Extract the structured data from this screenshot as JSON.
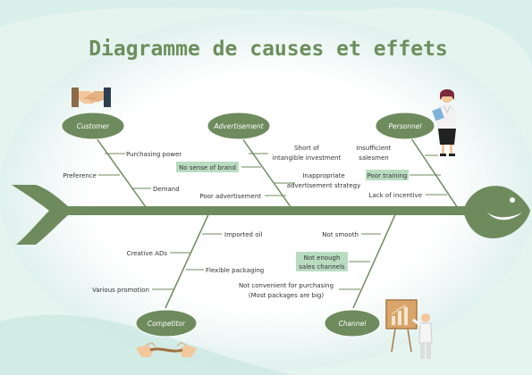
{
  "title": "Diagramme de causes et effets",
  "colors": {
    "spine": "#6e8b5e",
    "node_fill": "#6e8b5e",
    "highlight": "#b9dcc1",
    "title": "#6b8f5b",
    "background_tint": "#cfe9e4"
  },
  "categories": {
    "customer": {
      "label": "Customer",
      "icon": "handshake-icon"
    },
    "advertisement": {
      "label": "Advertisement"
    },
    "personnel": {
      "label": "Personnel",
      "icon": "businesswoman-icon"
    },
    "competitor": {
      "label": "Competitor",
      "icon": "tug-of-war-icon"
    },
    "channel": {
      "label": "Channel",
      "icon": "presentation-board-icon"
    }
  },
  "causes": {
    "purchasing_power": "Purchasing power",
    "preference": "Preference",
    "demand": "Demand",
    "short_of_line1": "Short of",
    "short_of_line2": "intangible investment",
    "no_sense_of_brand": "No sense of brand",
    "inappropriate_line1": "Inappropriate",
    "inappropriate_line2": "advertisement strategy",
    "poor_advertisement": "Poor advertisement",
    "insufficient_line1": "Insufficient",
    "insufficient_line2": "salesmen",
    "poor_training": "Poor training",
    "lack_of_incentive": "Lack of incentive",
    "imported_oil": "Imported oil",
    "creative_ads": "Creative ADs",
    "flexible_packaging": "Flexible packaging",
    "various_promotion": "Various promotion",
    "not_smooth": "Not smooth",
    "not_enough_line1": "Not enough",
    "not_enough_line2": "sales channels",
    "not_convenient_line1": "Not convenient for purchasing",
    "not_convenient_line2": "(Most packages are big)"
  }
}
